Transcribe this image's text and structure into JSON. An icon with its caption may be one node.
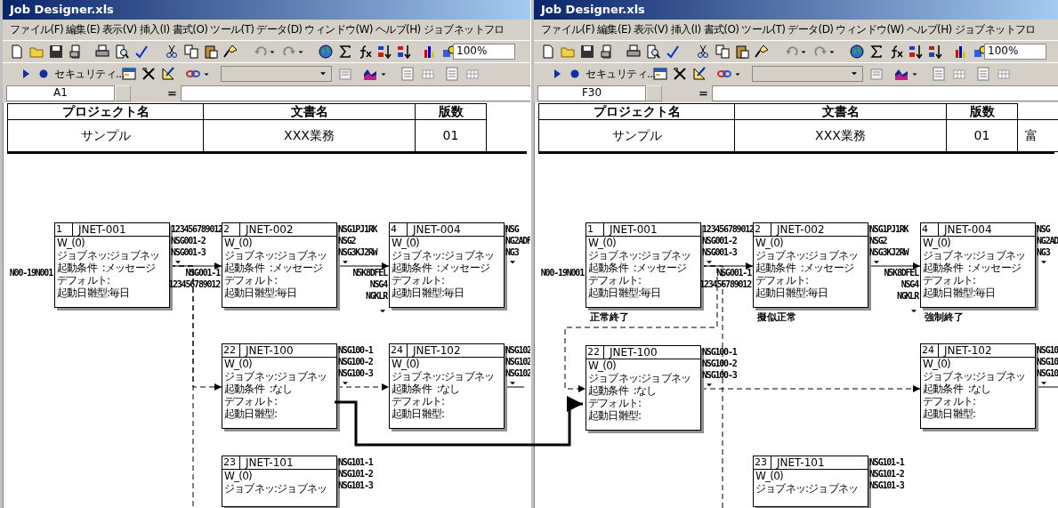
{
  "diagram": {
    "nodes": [
      {
        "text": [
          "Job Designer.xls"
        ]
      },
      {
        "text": [
          "1",
          "JNET-001",
          "W_(0)",
          "ジョブネッ:ジョブネッ",
          "起動条件  :メッセージ",
          "デフォルト:",
          "起動日雛型:毎日"
        ],
        "in": 0,
        "beside": [
          "N00-19N001",
          "123456789012",
          "NSG001-2",
          "NSG001-3"
        ]
      },
      {
        "text": [
          "2",
          "JNET-002",
          "W_(0)",
          "ジョブネッ:ジョブネッ",
          "起動条件  :メッセージ",
          "デフォルト:",
          "起動日雛型:毎日"
        ],
        "in": 0,
        "beside": [
          "NSG001-1",
          "123456789012",
          "NSG1PJ1RK",
          "NSG2",
          "NSG3KJ2RW"
        ]
      },
      {
        "text": [
          "4",
          "JNET-004",
          "W_(0)",
          "ジョブネッ:ジョブネッ",
          "起動条件  :メッセージ",
          "デフォルト:",
          "起動日雛型:毎日"
        ],
        "in": 0,
        "beside": [
          "N5K8DFEL",
          "NSG4",
          "NGKLR",
          "NSG",
          "NG2ADF",
          "NG3"
        ]
      },
      {
        "text": [
          "22",
          "JNET-100",
          "W_(0)",
          "ジョブネッ:ジョブネッ",
          "起動条件  :なし",
          "デフォルト:",
          "起動日雛型:"
        ],
        "in": 0,
        "beside": [
          "NSG100-1",
          "NSG100-2",
          "NSG100-3"
        ]
      },
      {
        "text": [
          "24",
          "JNET-102",
          "W_(0)",
          "ジョブネッ:ジョブネッ",
          "起動条件  :なし",
          "デフォルト:",
          "起動日雛型:"
        ],
        "in": 0,
        "beside": [
          "NSG102",
          "NSG102",
          "NSG102"
        ]
      },
      {
        "text": [
          "23",
          "JNET-101",
          "W_(0)",
          "ジョブネッ:ジョブネッ"
        ],
        "in": 0,
        "beside": [
          "NSG101-1",
          "NSG101-2",
          "NSG101-3"
        ]
      },
      {
        "text": [
          "Job Designer.xls"
        ]
      },
      {
        "text": [
          "1",
          "JNET-001",
          "W_(0)",
          "ジョブネッ:ジョブネッ",
          "起動条件  :メッセージ",
          "デフォルト:",
          "起動日雛型:毎日"
        ],
        "in": 7,
        "beside": [
          "N00-19N001",
          "123456789012",
          "NSG001-2",
          "NSG001-3",
          "正常終了"
        ]
      },
      {
        "text": [
          "2",
          "JNET-002",
          "W_(0)",
          "ジョブネッ:ジョブネッ",
          "起動条件  :メッセージ",
          "デフォルト:",
          "起動日雛型:毎日"
        ],
        "in": 7,
        "beside": [
          "NSG001-1",
          "123456789012",
          "NSG1PJ1RK",
          "NSG2",
          "NSG3KJ2RW",
          "擬似正常"
        ]
      },
      {
        "text": [
          "4",
          "JNET-004",
          "W_(0)",
          "ジョブネッ:ジョブネッ",
          "起動条件  :メッセージ",
          "デフォルト:",
          "起動日雛型:毎日"
        ],
        "in": 7,
        "beside": [
          "N5K8DFEL",
          "NSG4",
          "NGKLR",
          "NSG",
          "NG2AD",
          "NG3",
          "強制終了"
        ]
      },
      {
        "text": [
          "22",
          "JNET-100",
          "W_(0)",
          "ジョブネッ:ジョブネッ",
          "起動条件  :なし",
          "デフォルト:",
          "起動日雛型:"
        ],
        "in": 7,
        "beside": [
          "NSG100-1",
          "NSG100-2",
          "NSG100-3"
        ]
      },
      {
        "text": [
          "24",
          "JNET-102",
          "W_(0)",
          "ジョブネッ:ジョブネッ",
          "起動条件  :なし",
          "デフォルト:",
          "起動日雛型:"
        ],
        "in": 7,
        "beside": [
          "NSG10",
          "NSG10",
          "NSG10"
        ]
      },
      {
        "text": [
          "23",
          "JNET-101",
          "W_(0)",
          "ジョブネッ:ジョブネッ"
        ],
        "in": 7,
        "beside": [
          "NSG101-1",
          "NSG101-2",
          "NSG101-3"
        ]
      }
    ],
    "edges": [
      {
        "from": 1,
        "to": 2,
        "arrow": "to"
      },
      {
        "from": 2,
        "to": 3,
        "arrow": "to"
      },
      {
        "from": 1,
        "to": 4,
        "arrow": "to",
        "style": "dashed"
      },
      {
        "from": 1,
        "to": null,
        "arrow": "none",
        "style": "dashed"
      },
      {
        "from": 4,
        "to": 5,
        "arrow": "to",
        "style": "dashed"
      },
      {
        "from": 5,
        "to": null,
        "arrow": "none"
      },
      {
        "from": 4,
        "to": 11,
        "arrow": "to",
        "style": "thick"
      },
      {
        "from": 8,
        "to": 9,
        "arrow": "to"
      },
      {
        "from": 9,
        "to": 10,
        "arrow": "to"
      },
      {
        "from": 8,
        "to": 11,
        "arrow": "to",
        "style": "dashed"
      },
      {
        "from": 8,
        "to": null,
        "arrow": "none",
        "style": "dashed"
      },
      {
        "from": 11,
        "to": 12,
        "arrow": "to",
        "style": "dashed"
      },
      {
        "from": 12,
        "to": null,
        "arrow": "none"
      }
    ],
    "labels": [
      "ファイル(F)",
      "編集(E)",
      "表示(V)",
      "挿入(I)",
      "書式(O)",
      "ツール(T)",
      "データ(D)",
      "ウィンドウ(W)",
      "ヘルプ(H)",
      "ジョブネットフロ",
      "セキュリティ...",
      "100%",
      "A1",
      "=",
      "プロジェクト名",
      "文書名",
      "版数",
      "サンプル",
      "XXX業務",
      "01",
      "ファイル(F)",
      "編集(E)",
      "表示(V)",
      "挿入(I)",
      "書式(O)",
      "ツール(T)",
      "データ(D)",
      "ウィンドウ(W)",
      "ヘルプ(H)",
      "ジョブネットフロ",
      "セキュリティ...",
      "100%",
      "F30",
      "=",
      "プロジェクト名",
      "文書名",
      "版数",
      "サンプル",
      "XXX業務",
      "01",
      "富"
    ]
  }
}
